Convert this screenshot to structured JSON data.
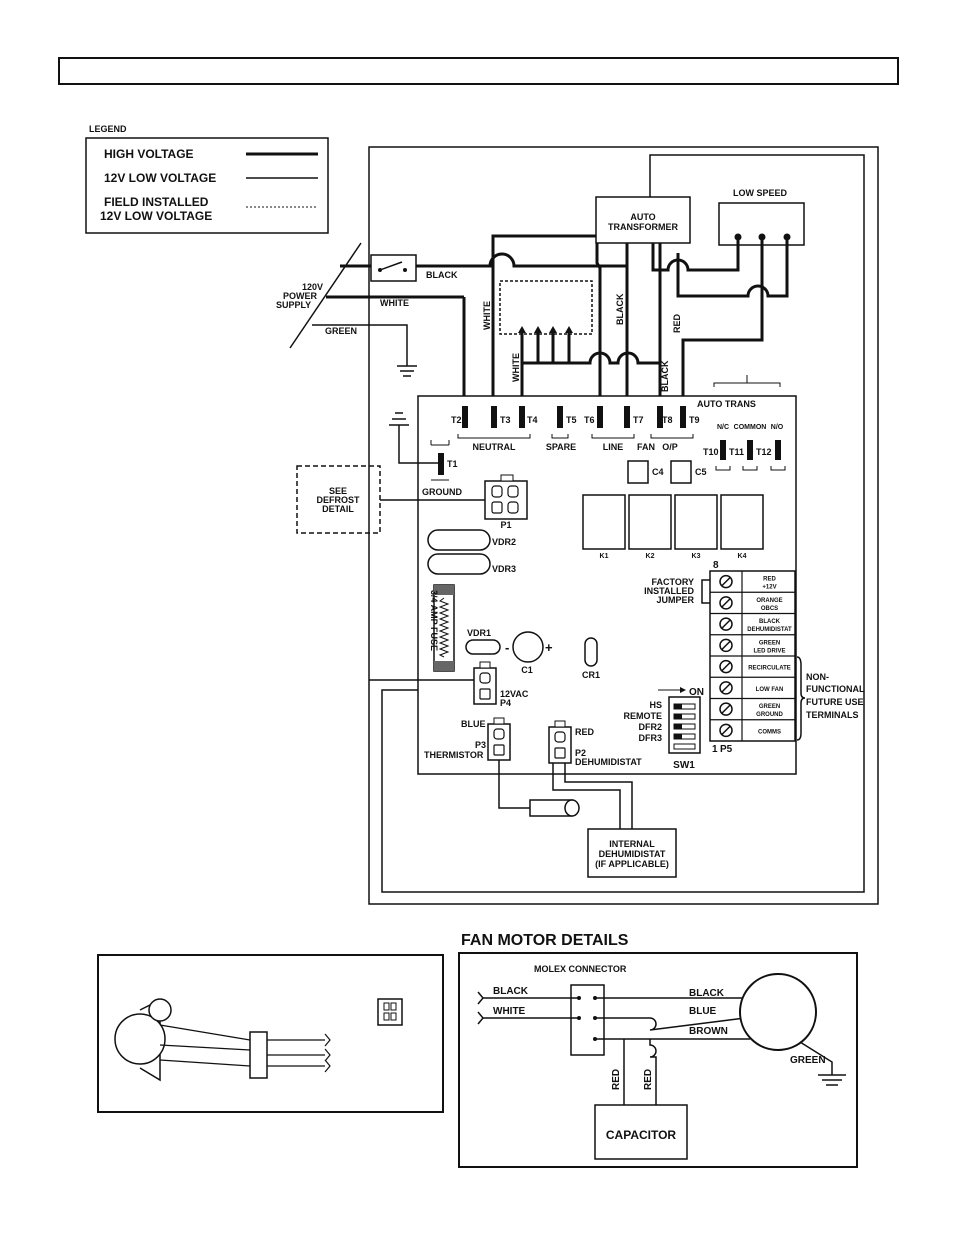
{
  "legend": {
    "title": "LEGEND",
    "high_voltage": "HIGH VOLTAGE",
    "low_voltage": "12V  LOW VOLTAGE",
    "field_installed_1": "FIELD INSTALLED",
    "field_installed_2": "12V LOW VOLTAGE"
  },
  "wiring": {
    "power_1": "120V",
    "power_2": "POWER",
    "power_3": "SUPPLY",
    "black": "BLACK",
    "white": "WHITE",
    "green": "GREEN",
    "red": "RED",
    "auto_transformer_1": "AUTO",
    "auto_transformer_2": "TRANSFORMER",
    "low_speed": "LOW SPEED",
    "auto_trans": "AUTO TRANS"
  },
  "board": {
    "terminals": {
      "t1": "T1",
      "t2": "T2",
      "t3": "T3",
      "t4": "T4",
      "t5": "T5",
      "t6": "T6",
      "t7": "T7",
      "t8": "T8",
      "t9": "T9",
      "t10": "T10",
      "t11": "T11",
      "t12": "T12"
    },
    "groups": {
      "neutral": "NEUTRAL",
      "spare": "SPARE",
      "line": "LINE",
      "fan": "FAN",
      "op": "O/P",
      "ground": "GROUND",
      "nc": "N/C",
      "common": "COMMON",
      "no": "N/O"
    },
    "c4": "C4",
    "c5": "C5",
    "relays": [
      "K1",
      "K2",
      "K3",
      "K4"
    ],
    "p1": "P1",
    "vdr2": "VDR2",
    "vdr3": "VDR3",
    "vdr1": "VDR1",
    "fuse": "3/4 AMP FUSE",
    "c1": "C1",
    "c1_minus": "-",
    "c1_plus": "+",
    "cr1": "CR1",
    "p4_1": "12VAC",
    "p4_2": "P4",
    "p3_color": "BLUE",
    "p3_1": "P3",
    "p3_2": "THERMISTOR",
    "p2_color": "RED",
    "p2_1": "P2",
    "p2_2": "DEHUMIDISTAT",
    "jumper_1": "FACTORY",
    "jumper_2": "INSTALLED",
    "jumper_3": "JUMPER",
    "p5_top": "8",
    "p5_bottom": "1",
    "p5": "P5",
    "sw1": "SW1",
    "sw1_on": "ON",
    "sw1_labels": [
      "HS",
      "REMOTE",
      "DFR2",
      "DFR3"
    ],
    "p5_labels": [
      [
        "RED",
        "+12V"
      ],
      [
        "ORANGE",
        "OBCS"
      ],
      [
        "BLACK",
        "DEHUMIDISTAT"
      ],
      [
        "GREEN",
        "LED DRIVE"
      ],
      [
        "RECIRCULATE"
      ],
      [
        "LOW FAN"
      ],
      [
        "GREEN",
        "GROUND"
      ],
      [
        "COMMS"
      ]
    ],
    "nonfunctional_1": "NON-",
    "nonfunctional_2": "FUNCTIONAL",
    "nonfunctional_3": "FUTURE USE",
    "nonfunctional_4": "TERMINALS"
  },
  "defrost": {
    "line1": "SEE",
    "line2": "DEFROST",
    "line3": "DETAIL"
  },
  "internal_dehum": {
    "line1": "INTERNAL",
    "line2": "DEHUMIDISTAT",
    "line3": "(IF APPLICABLE)"
  },
  "fan_motor": {
    "title": "FAN MOTOR DETAILS",
    "molex": "MOLEX CONNECTOR",
    "black_in": "BLACK",
    "white_in": "WHITE",
    "black_out": "BLACK",
    "blue_out": "BLUE",
    "brown_out": "BROWN",
    "green": "GREEN",
    "red1": "RED",
    "red2": "RED",
    "capacitor": "CAPACITOR"
  }
}
